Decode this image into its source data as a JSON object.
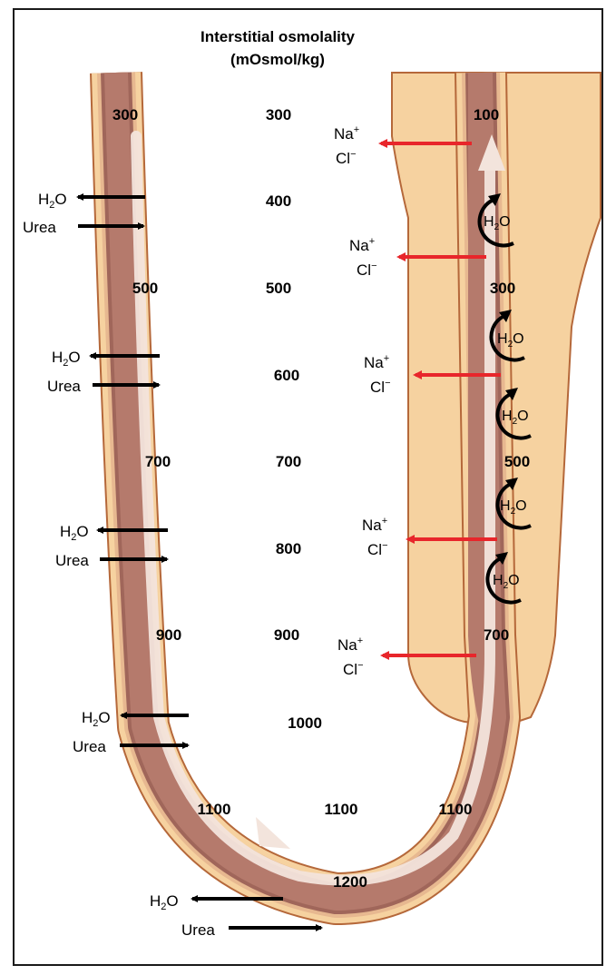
{
  "title": {
    "line1": "Interstitial osmolality",
    "line2": "(mOsmol/kg)"
  },
  "interstitial_values": [
    "300",
    "400",
    "500",
    "600",
    "700",
    "800",
    "900",
    "1000",
    "1100"
  ],
  "descending_limb": {
    "values": [
      "300",
      "500",
      "700",
      "900",
      "1100"
    ],
    "exchanges": [
      {
        "out": "H2O",
        "in": "Urea"
      },
      {
        "out": "H2O",
        "in": "Urea"
      },
      {
        "out": "H2O",
        "in": "Urea"
      },
      {
        "out": "H2O",
        "in": "Urea"
      }
    ]
  },
  "bottom": {
    "value": "1200",
    "out": "H2O",
    "in": "Urea"
  },
  "ascending_limb": {
    "values": [
      "100",
      "300",
      "500",
      "700",
      "1100"
    ],
    "ion_labels": [
      {
        "na": "Na",
        "na_sup": "+",
        "cl": "Cl",
        "cl_sup": "−"
      },
      {
        "na": "Na",
        "na_sup": "+",
        "cl": "Cl",
        "cl_sup": "−"
      },
      {
        "na": "Na",
        "na_sup": "+",
        "cl": "Cl",
        "cl_sup": "−"
      },
      {
        "na": "Na",
        "na_sup": "+",
        "cl": "Cl",
        "cl_sup": "−"
      },
      {
        "na": "Na",
        "na_sup": "+",
        "cl": "Cl",
        "cl_sup": "−"
      }
    ],
    "water_labels": [
      "H2O",
      "H2O",
      "H2O",
      "H2O",
      "H2O"
    ]
  },
  "colors": {
    "tube_outer": "#f6d2a0",
    "tube_wall": "#e7b890",
    "lumen": "#b57a6c",
    "lumen_dark": "#a0665a",
    "flow_arrow": "#f3e4dc",
    "red_arrow": "#e8262b",
    "black_arrow": "#000000",
    "outline": "#b5683a"
  }
}
